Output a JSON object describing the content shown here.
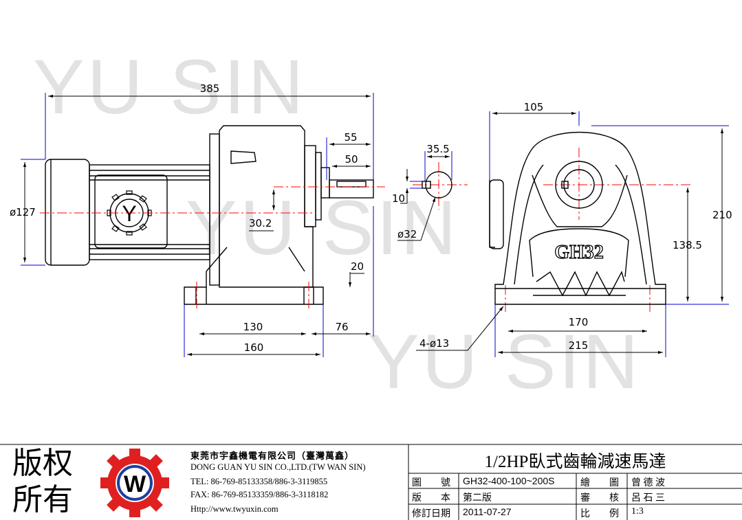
{
  "watermarks": [
    "YU SIN",
    "YU SIN",
    "YU SIN"
  ],
  "dimensions": {
    "side": {
      "overall_length": "385",
      "shaft_55": "55",
      "shaft_50": "50",
      "motor_dia": "ø127",
      "center_height": "30.2",
      "foot_20": "20",
      "holes_130": "130",
      "end_76": "76",
      "base_160": "160"
    },
    "shaft": {
      "dia_35_5": "35.5",
      "key_10": "10",
      "dia_32": "ø32"
    },
    "front": {
      "half_width": "105",
      "total_height": "210",
      "center_height": "138.5",
      "model_mark": "GH32",
      "holes_170": "170",
      "width_215": "215",
      "holes_label": "4-ø13"
    }
  },
  "title_block": {
    "copyright": [
      "版权",
      "所有"
    ],
    "company_cn": "東莞市宇鑫機電有限公司（臺灣萬鑫）",
    "company_en": "DONG GUAN YU SIN CO.,LTD.(TW WAN SIN)",
    "tel": "TEL: 86-769-85133358/886-3-3119855",
    "fax": "FAX: 86-769-85133359/886-3-3118182",
    "web": "Http://www.twyuxin.com",
    "logo_letter": "W",
    "title": "1/2HP臥式齒輪減速馬達",
    "rows": [
      {
        "l1": "圖　　號",
        "v1": "GH32-400-100~200S",
        "l2": "繪　　圖",
        "v2": "曾 德 波"
      },
      {
        "l1": "版　　本",
        "v1": "第二版",
        "l2": "審　　核",
        "v2": "呂 石 三"
      },
      {
        "l1": "修訂日期",
        "v1": "2011-07-27",
        "l2": "比　　例",
        "v2": "1:3"
      }
    ]
  },
  "colors": {
    "dimension_line": "#0000cc",
    "center_line": "#ff0000",
    "logo_red": "#e02020",
    "logo_blue": "#1f3f9f"
  }
}
